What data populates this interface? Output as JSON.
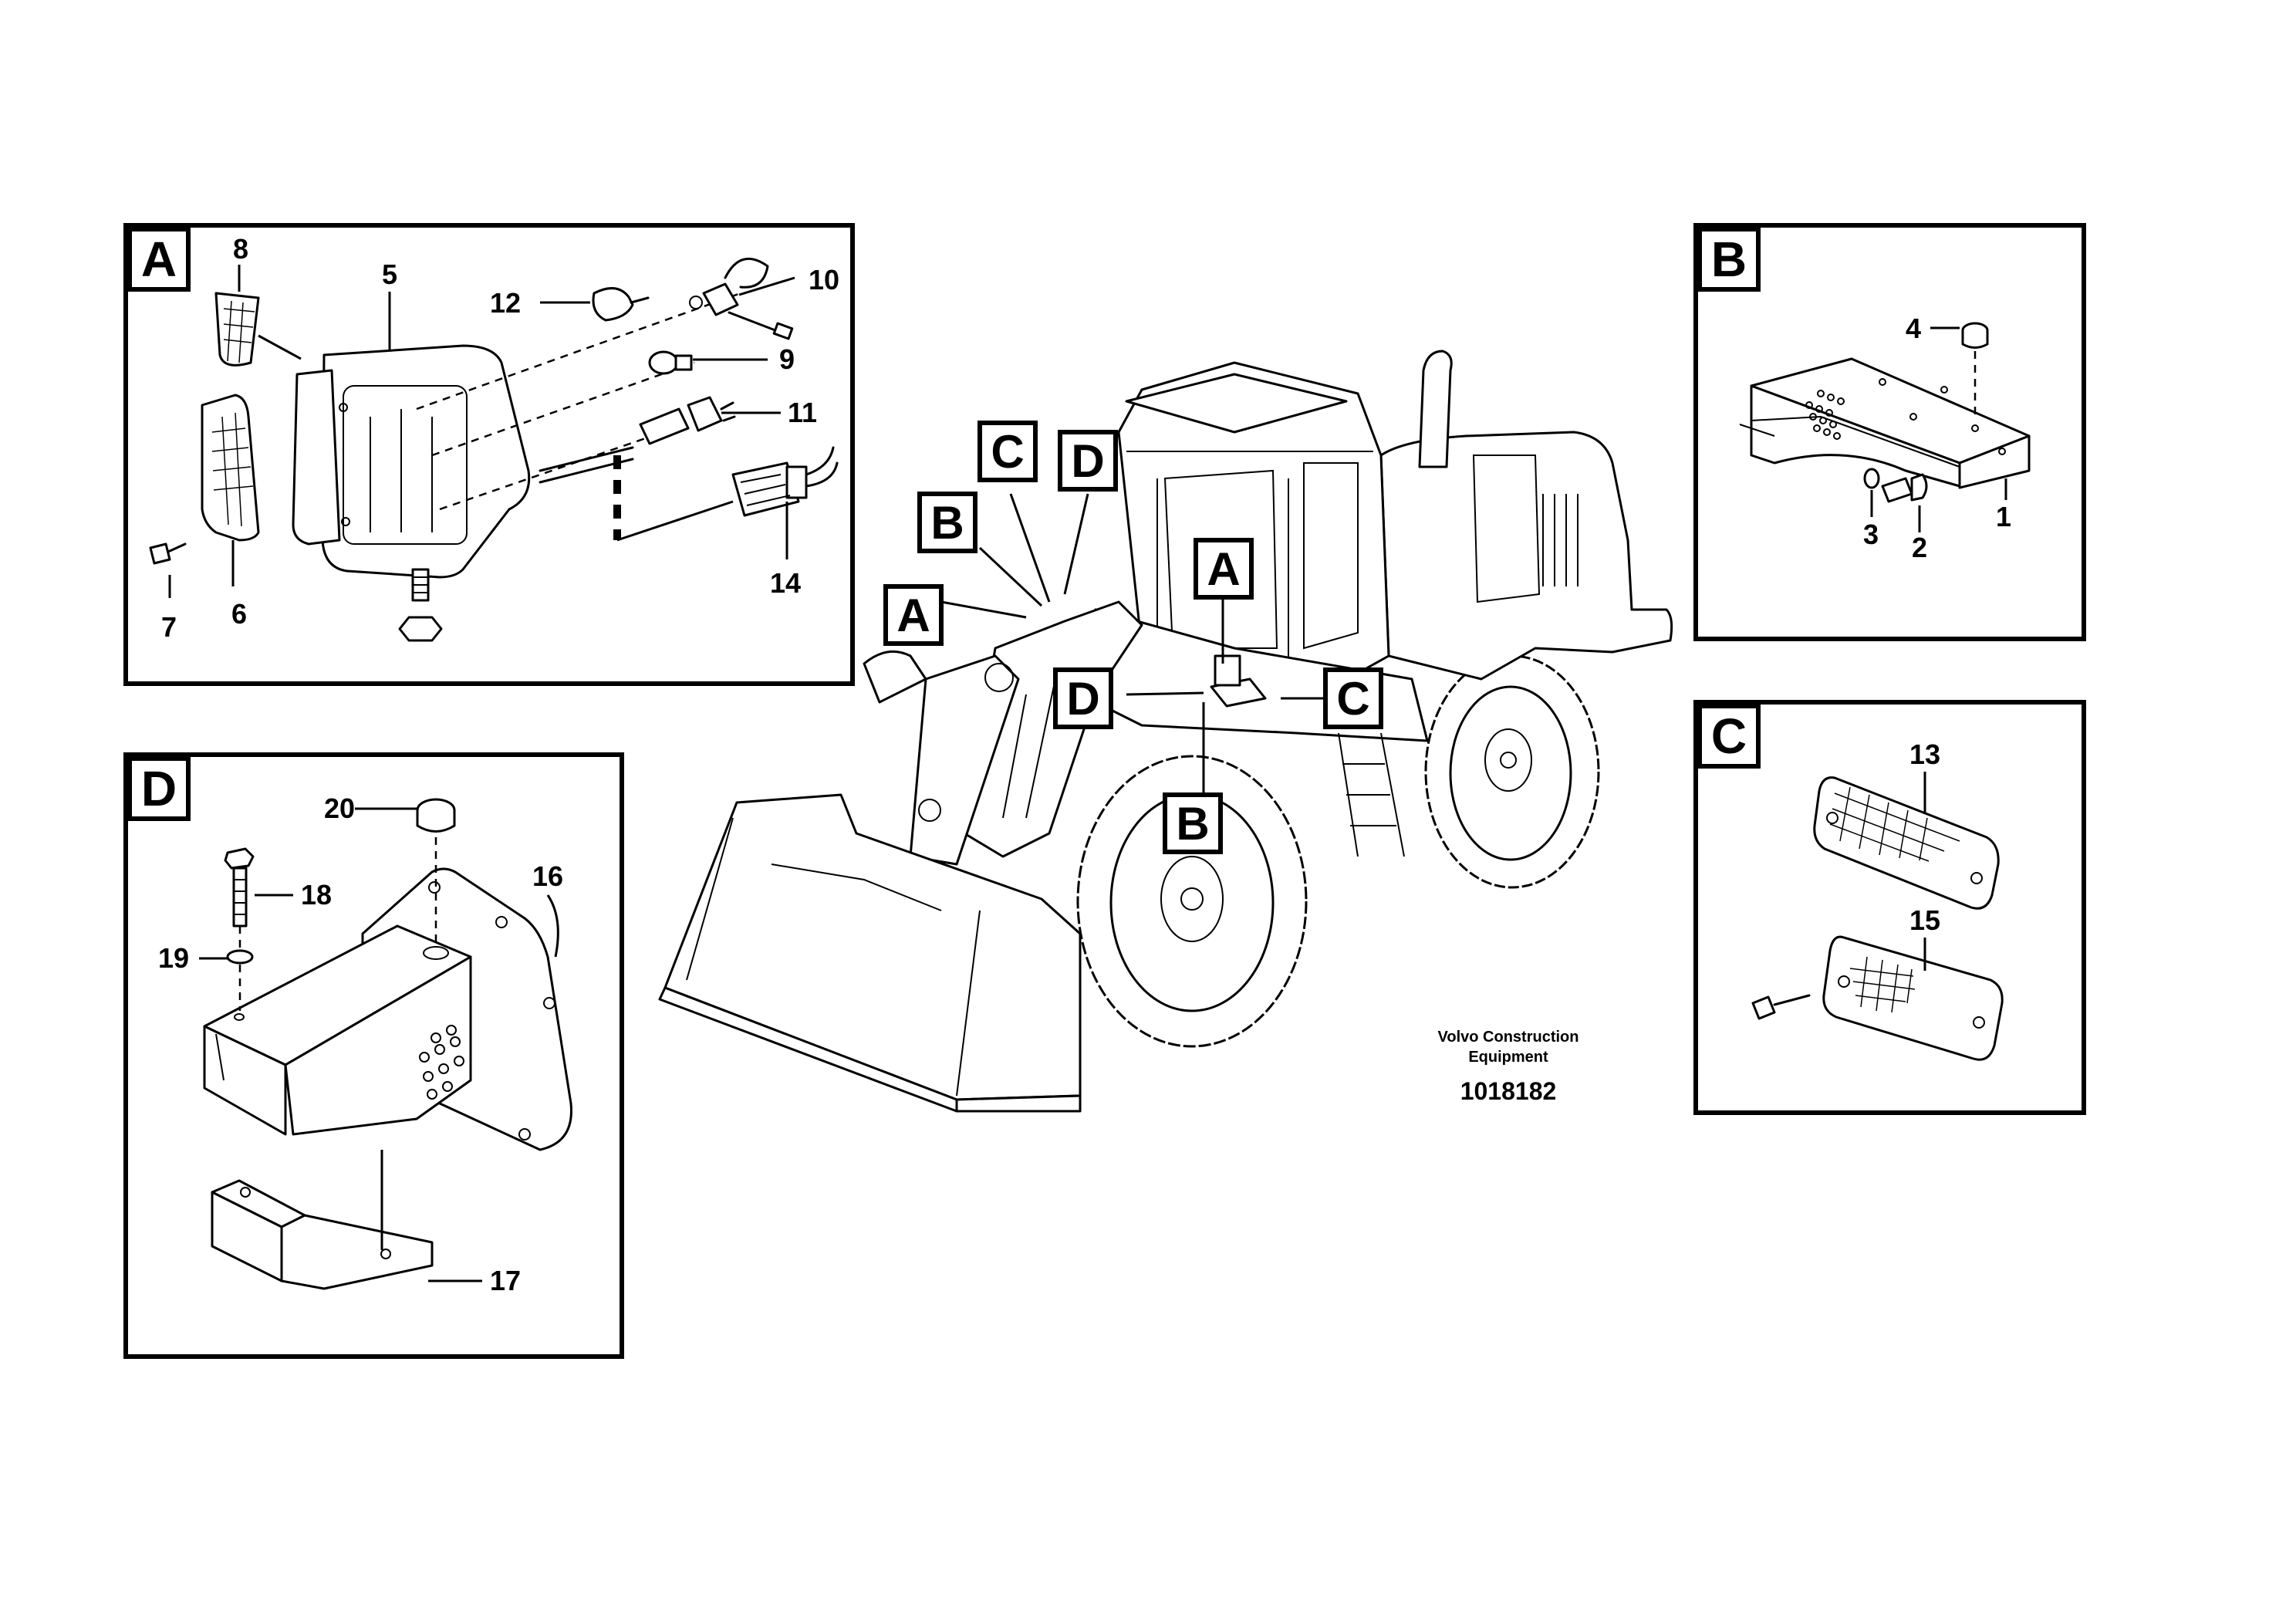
{
  "panels": {
    "A": {
      "letter": "A",
      "parts": {
        "p5": "5",
        "p6": "6",
        "p7": "7",
        "p8": "8",
        "p9": "9",
        "p10": "10",
        "p11": "11",
        "p12": "12",
        "p14": "14"
      }
    },
    "B": {
      "letter": "B",
      "parts": {
        "p1": "1",
        "p2": "2",
        "p3": "3",
        "p4": "4"
      }
    },
    "C": {
      "letter": "C",
      "parts": {
        "p13": "13",
        "p15": "15"
      }
    },
    "D": {
      "letter": "D",
      "parts": {
        "p16": "16",
        "p17": "17",
        "p18": "18",
        "p19": "19",
        "p20": "20"
      }
    }
  },
  "machine_callouts": {
    "upper": [
      "A",
      "B",
      "C",
      "D"
    ],
    "lower": [
      "A",
      "B",
      "C",
      "D"
    ]
  },
  "caption": {
    "line1": "Volvo Construction",
    "line2": "Equipment",
    "drawing_number": "1018182"
  }
}
